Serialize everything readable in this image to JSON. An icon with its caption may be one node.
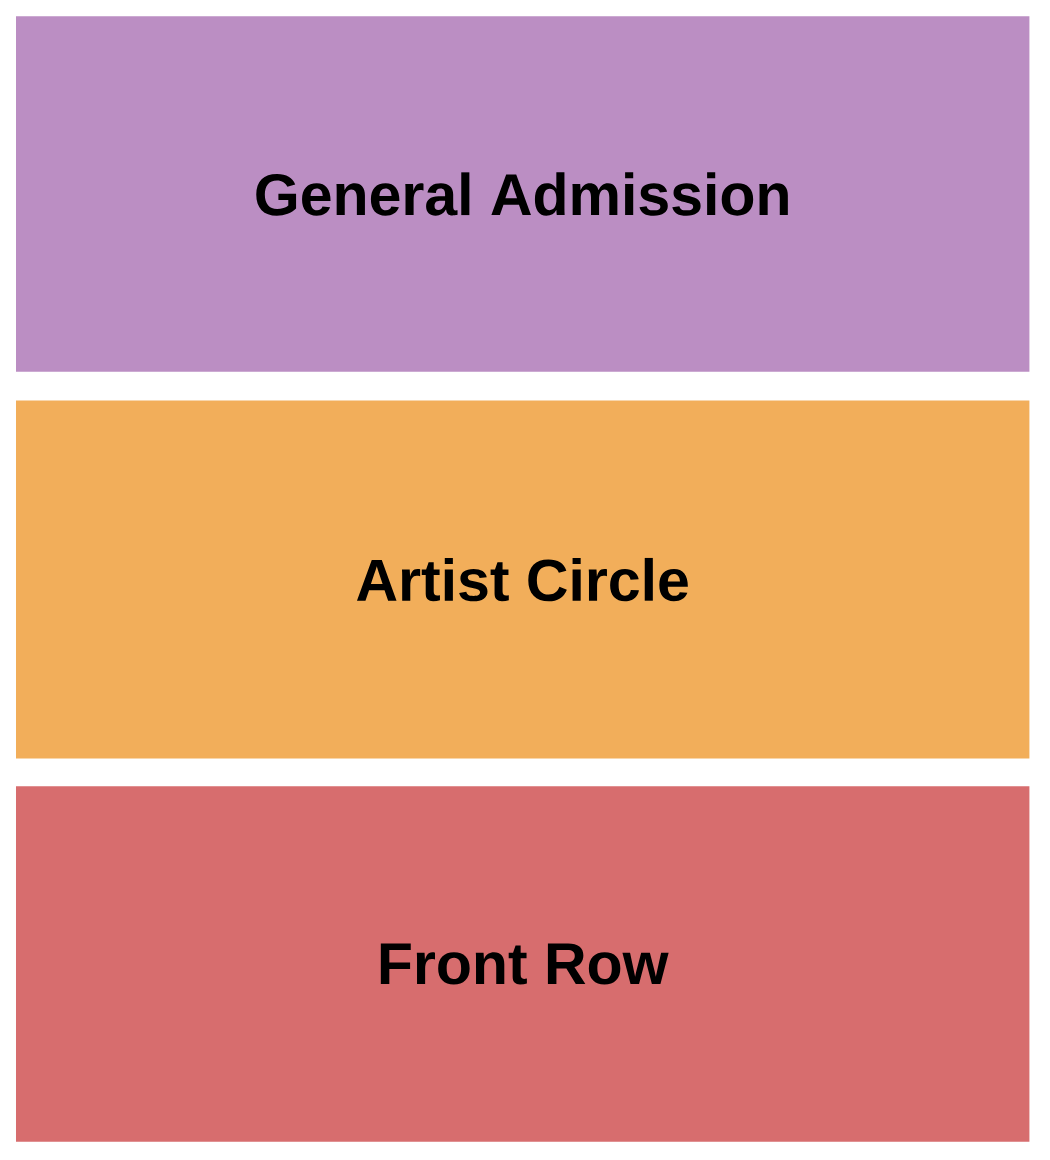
{
  "diagram": {
    "nodes": [
      {
        "text": [
          "General Admission"
        ]
      },
      {
        "text": [
          "Artist Circle"
        ]
      },
      {
        "text": [
          "Front Row"
        ]
      }
    ]
  }
}
